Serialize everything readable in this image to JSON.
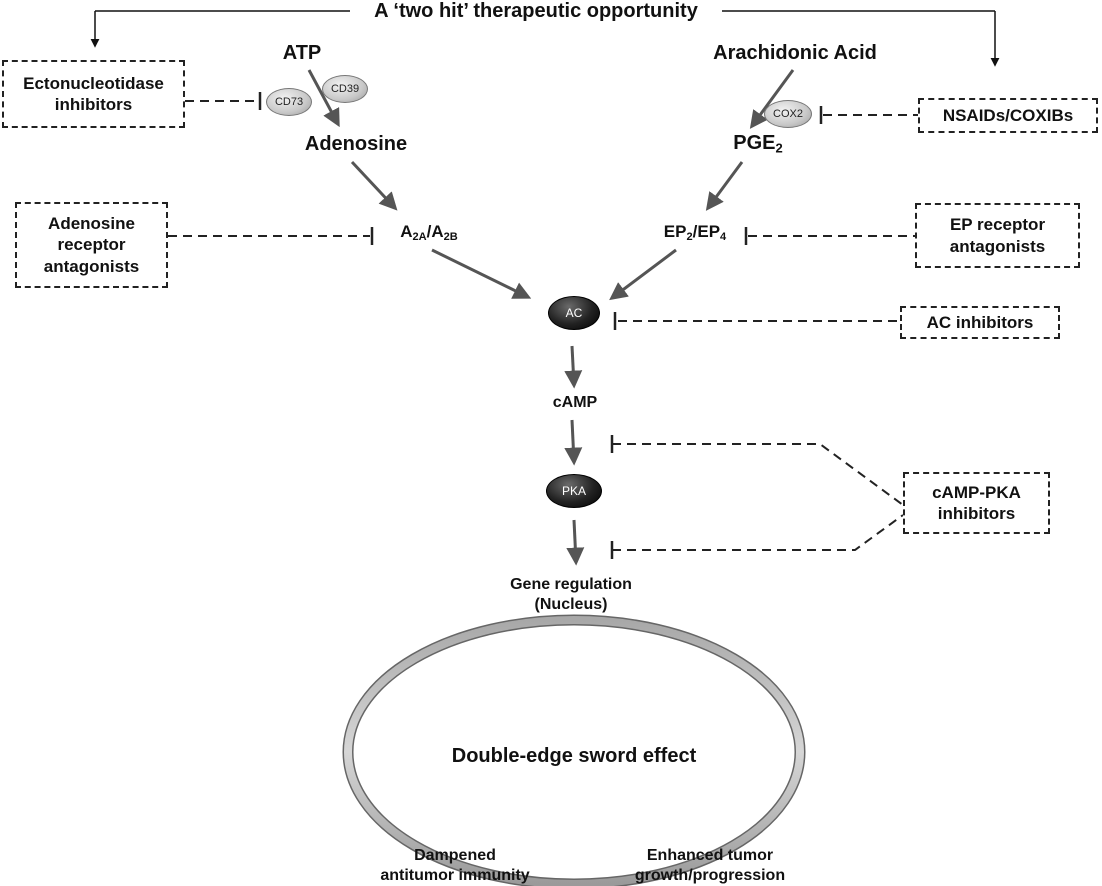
{
  "title": "A ‘two hit’ therapeutic opportunity",
  "left_pathway": {
    "substrate": "ATP",
    "enzymes": [
      "CD73",
      "CD39"
    ],
    "product": "Adenosine",
    "receptor": {
      "a": "A",
      "a_sub": "2A",
      "sep": "/",
      "b": "A",
      "b_sub": "2B"
    }
  },
  "right_pathway": {
    "substrate": "Arachidonic Acid",
    "enzyme": "COX2",
    "product": {
      "main": "PGE",
      "sub": "2"
    },
    "receptor": {
      "a": "EP",
      "a_sub": "2",
      "sep": "/",
      "b": "EP",
      "b_sub": "4"
    }
  },
  "core": {
    "ac": "AC",
    "camp": "cAMP",
    "pka": "PKA",
    "gene_line1": "Gene regulation",
    "gene_line2": "(Nucleus)"
  },
  "inhibitors": {
    "ecto": [
      "Ectonucleotidase",
      "inhibitors"
    ],
    "adenosine_receptor": [
      "Adenosine",
      "receptor",
      "antagonists"
    ],
    "nsaids": "NSAIDs/COXIBs",
    "ep_receptor": [
      "EP receptor",
      "antagonists"
    ],
    "ac": "AC inhibitors",
    "camp_pka": [
      "cAMP-PKA",
      "inhibitors"
    ]
  },
  "effect": {
    "center": "Double-edge sword effect",
    "left": [
      "Dampened",
      "antitumor immunity"
    ],
    "right": [
      "Enhanced tumor",
      "growth/progression"
    ]
  }
}
